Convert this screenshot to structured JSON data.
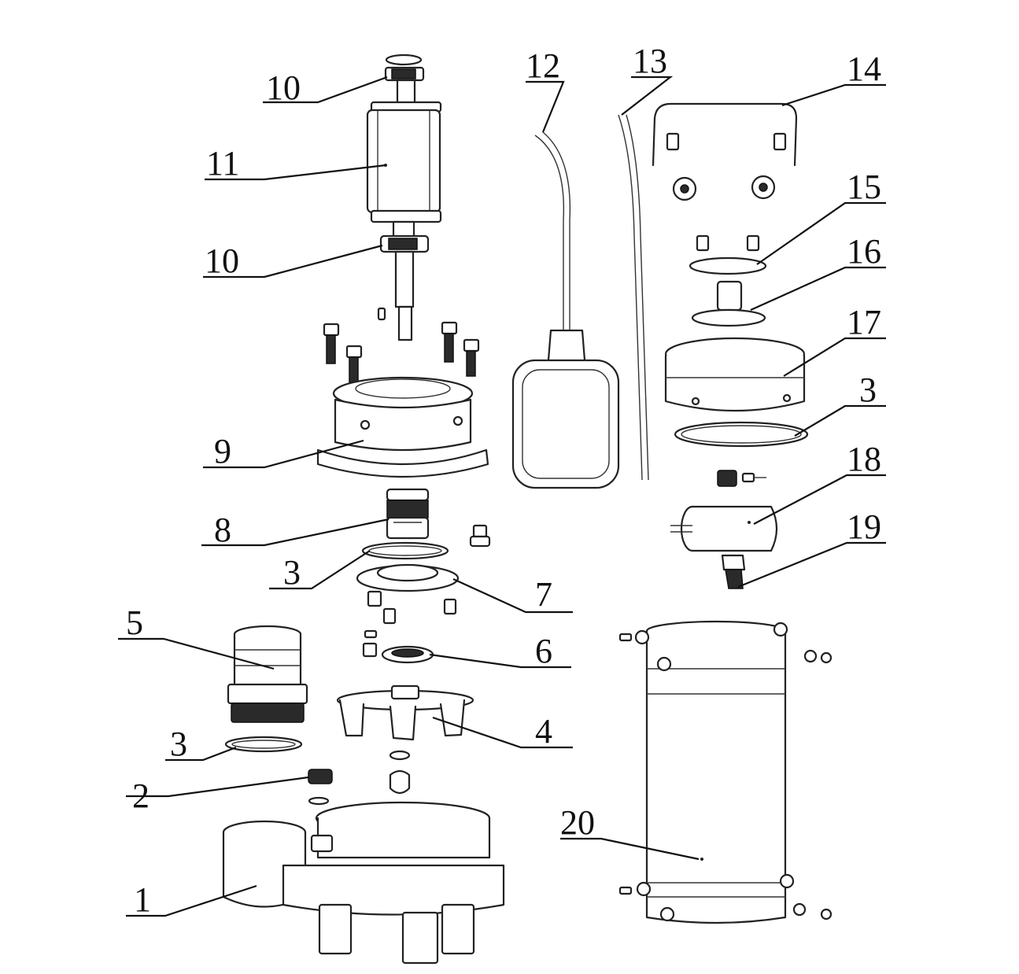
{
  "callouts": [
    {
      "id": "c10a",
      "text": "10"
    },
    {
      "id": "c11",
      "text": "11"
    },
    {
      "id": "c10b",
      "text": "10"
    },
    {
      "id": "c9",
      "text": "9"
    },
    {
      "id": "c8",
      "text": "8"
    },
    {
      "id": "c3a",
      "text": "3"
    },
    {
      "id": "c7",
      "text": "7"
    },
    {
      "id": "c5",
      "text": "5"
    },
    {
      "id": "c6",
      "text": "6"
    },
    {
      "id": "c4",
      "text": "4"
    },
    {
      "id": "c3b",
      "text": "3"
    },
    {
      "id": "c2",
      "text": "2"
    },
    {
      "id": "c1",
      "text": "1"
    },
    {
      "id": "c12",
      "text": "12"
    },
    {
      "id": "c13",
      "text": "13"
    },
    {
      "id": "c14",
      "text": "14"
    },
    {
      "id": "c15",
      "text": "15"
    },
    {
      "id": "c16",
      "text": "16"
    },
    {
      "id": "c17",
      "text": "17"
    },
    {
      "id": "c3c",
      "text": "3"
    },
    {
      "id": "c18",
      "text": "18"
    },
    {
      "id": "c19",
      "text": "19"
    },
    {
      "id": "c20",
      "text": "20"
    }
  ]
}
